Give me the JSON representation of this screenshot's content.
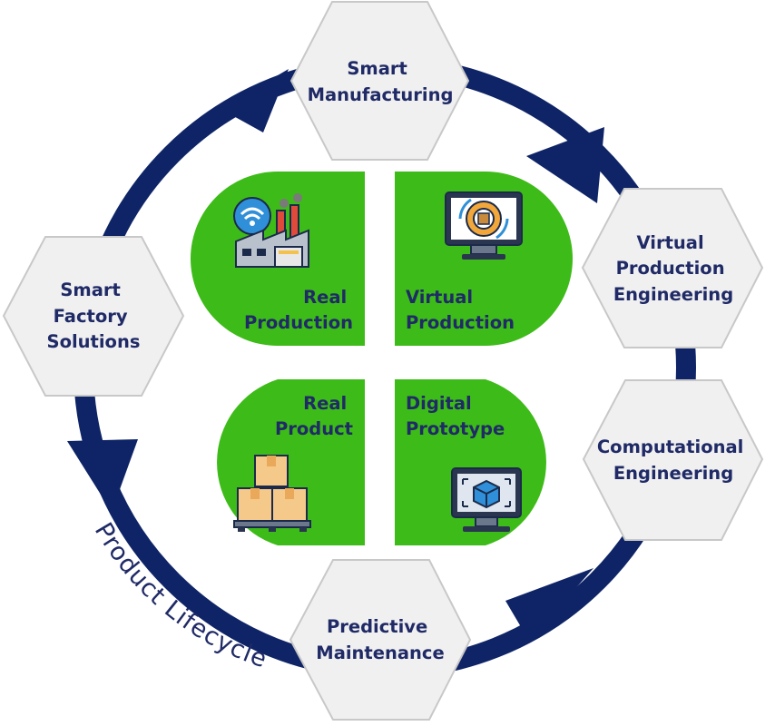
{
  "diagram": {
    "cycle_label": "Product Lifecycle",
    "stages": [
      {
        "id": "smart-manufacturing",
        "lines": [
          "Smart",
          "Manufacturing"
        ]
      },
      {
        "id": "virtual-production-engineering",
        "lines": [
          "Virtual",
          "Production",
          "Engineering"
        ]
      },
      {
        "id": "computational-engineering",
        "lines": [
          "Computational",
          "Engineering"
        ]
      },
      {
        "id": "predictive-maintenance",
        "lines": [
          "Predictive",
          "Maintenance"
        ]
      },
      {
        "id": "smart-factory-solutions",
        "lines": [
          "Smart",
          "Factory",
          "Solutions"
        ]
      }
    ],
    "quadrants": [
      {
        "id": "real-production",
        "lines": [
          "Real",
          "Production"
        ],
        "icon": "smart-factory-icon"
      },
      {
        "id": "virtual-production",
        "lines": [
          "Virtual",
          "Production"
        ],
        "icon": "monitor-gear-icon"
      },
      {
        "id": "real-product",
        "lines": [
          "Real",
          "Product"
        ],
        "icon": "boxes-pallet-icon"
      },
      {
        "id": "digital-prototype",
        "lines": [
          "Digital",
          "Prototype"
        ],
        "icon": "monitor-cube-icon"
      }
    ],
    "colors": {
      "ring": "#0e2466",
      "hexagon_fill": "#f0f0f0",
      "hexagon_stroke": "#c8c8c8",
      "quadrant_fill": "#3dbb18",
      "text": "#1f2a66"
    }
  }
}
